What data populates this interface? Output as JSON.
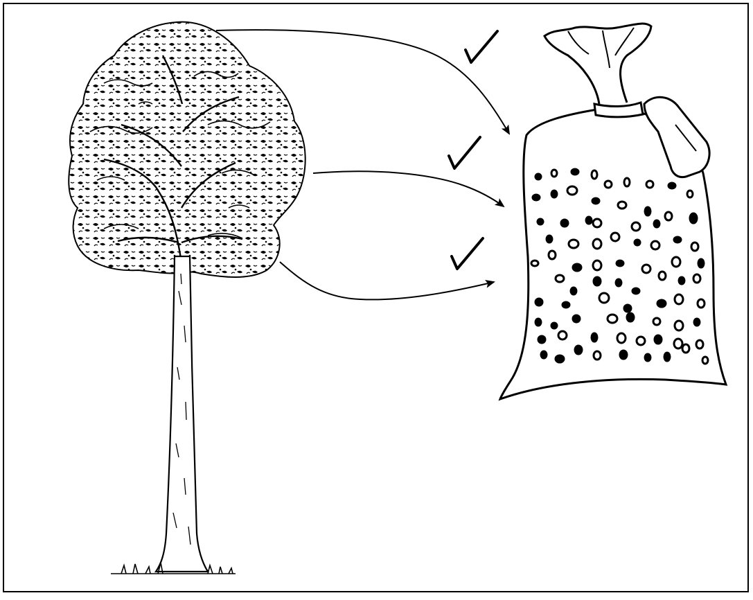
{
  "diagram": {
    "elements": [
      "tree-icon",
      "seed-bag-icon"
    ],
    "connections": [
      {
        "from": "tree-crown-top",
        "to": "seed-bag",
        "checked": true
      },
      {
        "from": "tree-crown-middle",
        "to": "seed-bag",
        "checked": true
      },
      {
        "from": "tree-crown-lower",
        "to": "seed-bag",
        "checked": true
      }
    ],
    "check_mark_glyph": "✓",
    "colors": {
      "ink": "#000000",
      "paper": "#ffffff"
    }
  }
}
